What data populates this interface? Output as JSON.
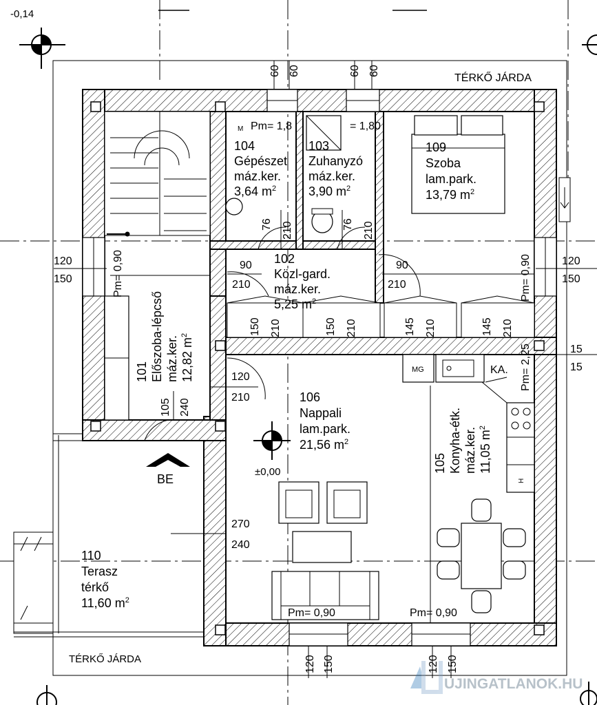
{
  "level_top": "-0,14",
  "level_center": "±0,00",
  "paving_top": "TÉRKŐ JÁRDA",
  "paving_bottom": "TÉRKŐ JÁRDA",
  "entrance": "BE",
  "watermark": "UJINGATLANOK.HU",
  "rooms": {
    "r104": {
      "num": "104",
      "name": "Gépészet",
      "floor": "máz.ker.",
      "area": "3,64 m",
      "sup": "2"
    },
    "r103": {
      "num": "103",
      "name": "Zuhanyzó",
      "floor": "máz.ker.",
      "area": "3,90 m",
      "sup": "2"
    },
    "r109": {
      "num": "109",
      "name": "Szoba",
      "floor": "lam.park.",
      "area": "13,79 m",
      "sup": "2"
    },
    "r102": {
      "num": "102",
      "name": "Közl-gard.",
      "floor": "máz.ker.",
      "area": "5,25 m",
      "sup": "2"
    },
    "r101": {
      "num": "101",
      "name": "Előszoba-lépcső",
      "floor": "máz.ker.",
      "area": "12,82 m",
      "sup": "2"
    },
    "r106": {
      "num": "106",
      "name": "Nappali",
      "floor": "lam.park.",
      "area": "21,56 m",
      "sup": "2"
    },
    "r105": {
      "num": "105",
      "name": "Konyha-étk.",
      "floor": "máz.ker.",
      "area": "11,05 m",
      "sup": "2"
    },
    "r110": {
      "num": "110",
      "name": "Terasz",
      "floor": "térkő",
      "area": "11,60 m",
      "sup": "2"
    }
  },
  "parapets": {
    "p104": "Pm= 1,8",
    "p103": "= 1,80",
    "p_left": "Pm= 0,90",
    "p_right": "Pm= 0,90",
    "p_ka": "Pm= 2,25",
    "p_bottom_left": "Pm= 0,90",
    "p_bottom_right": "Pm= 0,90"
  },
  "dims": {
    "top_w1a": "60",
    "top_w1b": "60",
    "top_w2a": "60",
    "top_w2b": "60",
    "left_a": "120",
    "left_b": "150",
    "right_a": "120",
    "right_b": "150",
    "ka_a": "15",
    "ka_b": "15",
    "d104_w": "76",
    "d104_h": "210",
    "d103_w": "76",
    "d103_h": "210",
    "d102_la": "90",
    "d102_lb": "210",
    "d102_ra": "90",
    "d102_rb": "210",
    "c1a": "150",
    "c1b": "210",
    "c2a": "150",
    "c2b": "210",
    "c3a": "145",
    "c3b": "210",
    "c4a": "145",
    "c4b": "210",
    "d106_a": "120",
    "d106_b": "210",
    "d101_a": "105",
    "d101_b": "240",
    "d_terr_a": "270",
    "d_terr_b": "240",
    "bot_a": "120",
    "bot_b": "150",
    "bot2_a": "120",
    "bot2_b": "150"
  },
  "labels": {
    "mg": "MG",
    "ka": "KA.",
    "h": "H",
    "m": "M"
  }
}
